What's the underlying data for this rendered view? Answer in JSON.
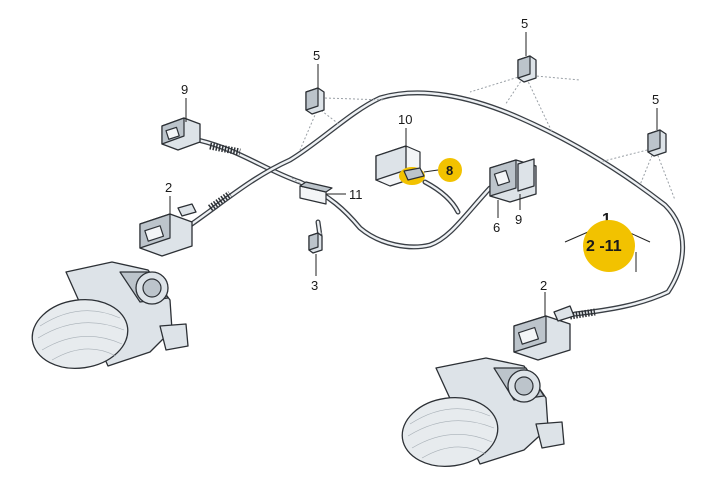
{
  "diagram": {
    "callouts": {
      "c1": "1",
      "c2a": "2",
      "c2b": "2",
      "c3": "3",
      "c5a": "5",
      "c5b": "5",
      "c5c": "5",
      "c6": "6",
      "c8": "8",
      "c9a": "9",
      "c9b": "9",
      "c10": "10",
      "c11": "11",
      "c_range": "2 -11"
    },
    "colors": {
      "highlight": "#f2c200",
      "line": "#2c3035",
      "fill": "#dde3e8"
    }
  }
}
